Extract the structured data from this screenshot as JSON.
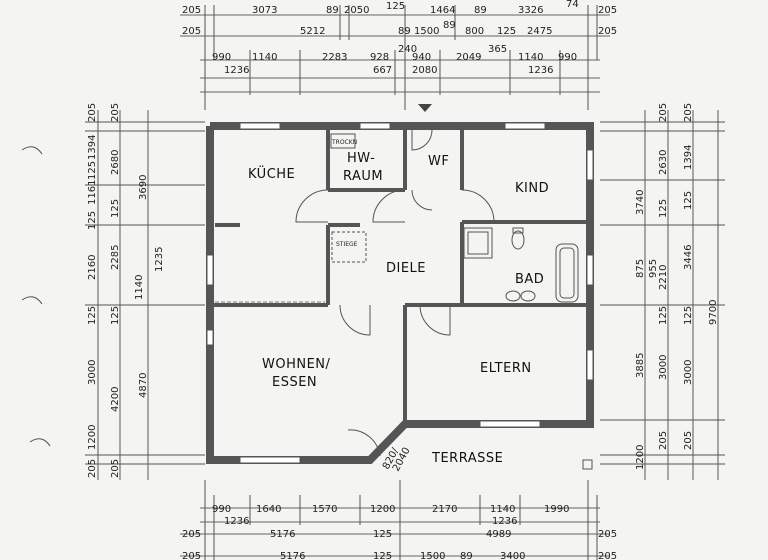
{
  "rooms": {
    "kueche": "KÜCHE",
    "hw_raum_1": "HW-",
    "hw_raum_2": "RAUM",
    "wf": "WF",
    "kind": "KIND",
    "diele": "DIELE",
    "bad": "BAD",
    "wohnen_1": "WOHNEN/",
    "wohnen_2": "ESSEN",
    "eltern": "ELTERN",
    "terrasse": "TERRASSE"
  },
  "labels": {
    "stiege": "STIEGE",
    "trockner": "TROCKN",
    "door_1": "820/",
    "door_2": "2040"
  },
  "dims_top": {
    "row1": [
      "205",
      "3073",
      "89",
      "2050",
      "125",
      "1464",
      "89",
      "3326",
      "74",
      "205"
    ],
    "row2": [
      "205",
      "5212",
      "89",
      "1500",
      "89",
      "800",
      "125",
      "2475",
      "205"
    ],
    "row3a": [
      "990",
      "1140",
      "2283",
      "928",
      "240",
      "940",
      "2049",
      "365",
      "1140",
      "990"
    ],
    "row3b": [
      "1236",
      "667",
      "2080",
      "1236"
    ]
  },
  "dims_bottom": {
    "row1a": [
      "990",
      "1640",
      "1570",
      "1200",
      "2170",
      "1140",
      "1990"
    ],
    "row1b": [
      "1236",
      "1236"
    ],
    "row2": [
      "205",
      "5176",
      "125",
      "4989",
      "205"
    ],
    "row3": [
      "205",
      "5176",
      "125",
      "1500",
      "89",
      "3400",
      "205"
    ]
  },
  "dims_left": {
    "col1": [
      "205",
      "1394",
      "125",
      "1161",
      "125",
      "2160",
      "125",
      "3000",
      "1200",
      "205"
    ],
    "col2": [
      "205",
      "2680",
      "125",
      "2285",
      "1140",
      "125",
      "4200",
      "205"
    ],
    "col3": [
      "3690",
      "1235",
      "4870"
    ]
  },
  "dims_right": {
    "col1": [
      "3740",
      "875",
      "3885",
      "1200"
    ],
    "col2": [
      "205",
      "2630",
      "125",
      "955",
      "2210",
      "125",
      "3000",
      "205"
    ],
    "col3": [
      "205",
      "1394",
      "125",
      "3446",
      "125",
      "3000",
      "205"
    ],
    "col4": [
      "9700"
    ]
  }
}
